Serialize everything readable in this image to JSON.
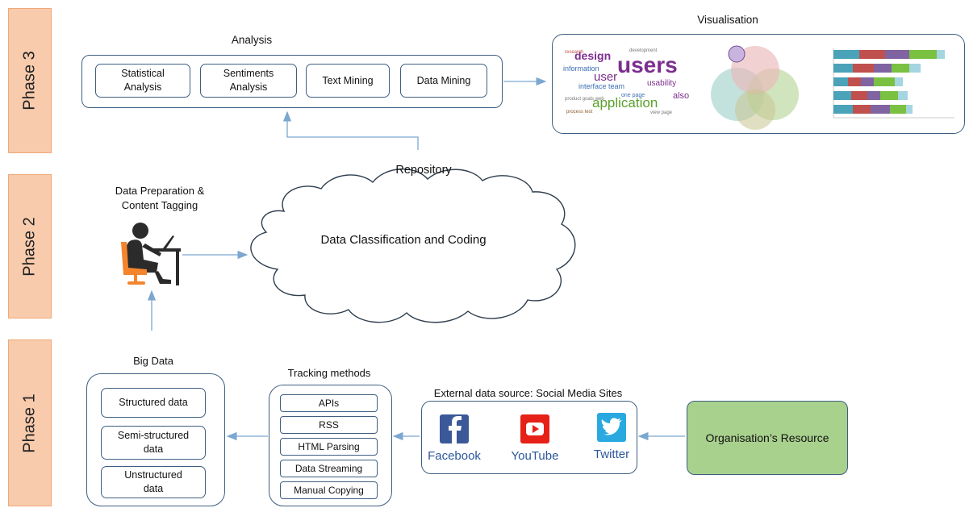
{
  "phases": [
    "Phase 3",
    "Phase 2",
    "Phase 1"
  ],
  "analysis": {
    "title": "Analysis",
    "items": [
      "Statistical\nAnalysis",
      "Sentiments\nAnalysis",
      "Text Mining",
      "Data Mining"
    ]
  },
  "visualisation": {
    "title": "Visualisation"
  },
  "repository": {
    "title": "Repository",
    "cloud_text": "Data Classification and Coding"
  },
  "preparation": {
    "title": "Data Preparation &\nContent Tagging"
  },
  "big_data": {
    "title": "Big Data",
    "items": [
      "Structured data",
      "Semi-structured\ndata",
      "Unstructured\ndata"
    ]
  },
  "tracking": {
    "title": "Tracking methods",
    "items": [
      "APIs",
      "RSS",
      "HTML Parsing",
      "Data Streaming",
      "Manual Copying"
    ]
  },
  "external": {
    "title": "External data source: Social Media Sites",
    "sites": [
      "Facebook",
      "YouTube",
      "Twitter"
    ]
  },
  "organisation": {
    "label": "Organisation’s Resource"
  },
  "colors": {
    "phase_fill": "#f8cbad",
    "box_border": "#3e5f82",
    "arrow": "#7ba7d0",
    "org_fill": "#a9d18e",
    "facebook": "#3b5998",
    "youtube": "#e62117",
    "twitter": "#2aa9e0"
  }
}
